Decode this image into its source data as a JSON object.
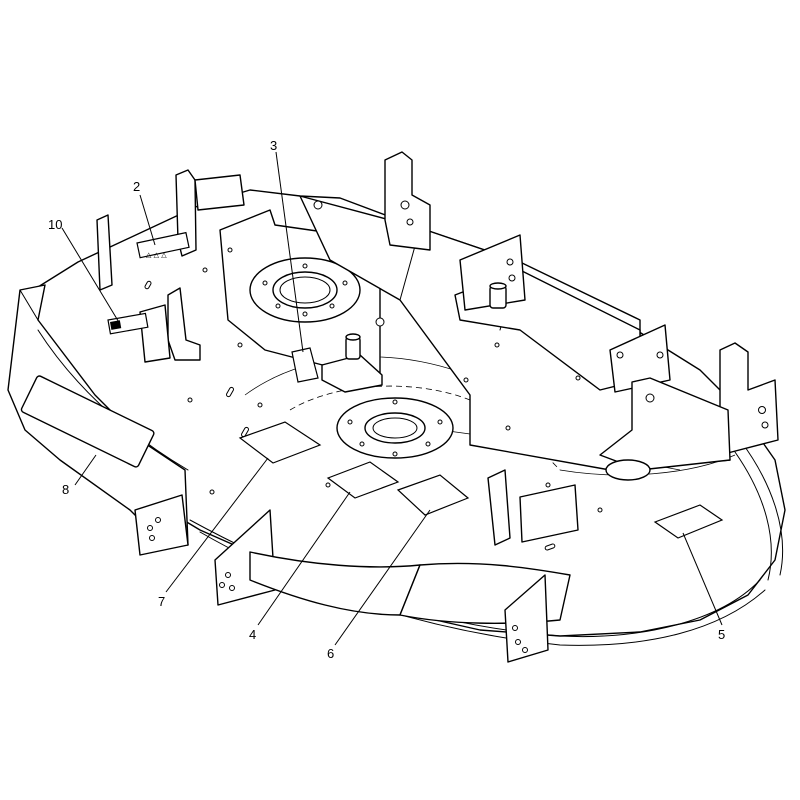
{
  "callouts": [
    {
      "id": "2",
      "label": "2"
    },
    {
      "id": "3",
      "label": "3"
    },
    {
      "id": "4",
      "label": "4"
    },
    {
      "id": "5",
      "label": "5"
    },
    {
      "id": "6",
      "label": "6"
    },
    {
      "id": "7",
      "label": "7"
    },
    {
      "id": "8",
      "label": "8"
    },
    {
      "id": "10",
      "label": "10"
    }
  ],
  "colors": {
    "stroke": "#000000",
    "background": "#ffffff"
  }
}
